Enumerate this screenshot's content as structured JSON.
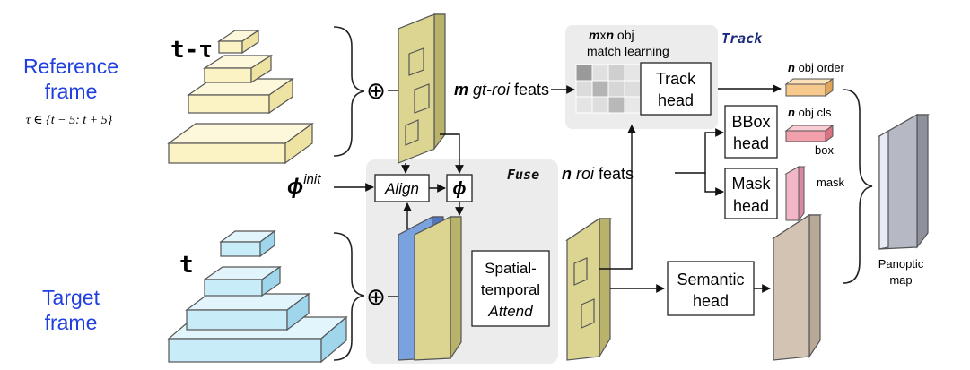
{
  "reference": {
    "label_line1": "Reference",
    "label_line2": "frame",
    "time_label": "t-τ",
    "tau_range": "τ ∈ {t − 5: t + 5}"
  },
  "target": {
    "label_line1": "Target",
    "label_line2": "frame",
    "time_label": "t"
  },
  "fuse": {
    "section_title": "Fuse",
    "phi_init_base": "ϕ",
    "phi_init_sup": "init",
    "align_label": "Align",
    "phi_label": "ϕ",
    "attend_line1": "Spatial-",
    "attend_line2": "temporal",
    "attend_line3": "Attend",
    "oplus_symbol": "⊕"
  },
  "track": {
    "section_title": "Track",
    "match_line1_m": "m",
    "match_line1_x": "x",
    "match_line1_n": "n",
    "match_line1_rest": " obj",
    "match_line2": "match learning",
    "head_line1": "Track",
    "head_line2": "head",
    "gt_m": "m",
    "gt_rest": " gt-roi",
    "gt_feats": " feats"
  },
  "heads": {
    "roi_n": "n",
    "roi_rest": " roi",
    "roi_feats": " feats",
    "bbox_line1": "BBox",
    "bbox_line2": "head",
    "mask_line1": "Mask",
    "mask_line2": "head",
    "semantic_line1": "Semantic",
    "semantic_line2": "head"
  },
  "outputs": {
    "order_n": "n",
    "order_rest": " obj order",
    "cls_n": "n",
    "cls_rest": " obj cls",
    "box": "box",
    "mask": "mask",
    "panoptic_line1": "Panoptic",
    "panoptic_line2": "map"
  },
  "colors": {
    "ref_pyramid": "#fcf3c4",
    "target_pyramid": "#c9ecf9",
    "feature_map": "#dcd491",
    "blue_map": "#7aa2de",
    "panel": "#ececec",
    "order_block": "#f8c98c",
    "cls_block": "#f2a0ac",
    "mask_block": "#f2b6c8",
    "semantic_map": "#d3c3b3",
    "panoptic_map": "#b6b9c3",
    "label_blue": "#1f3fe0"
  }
}
